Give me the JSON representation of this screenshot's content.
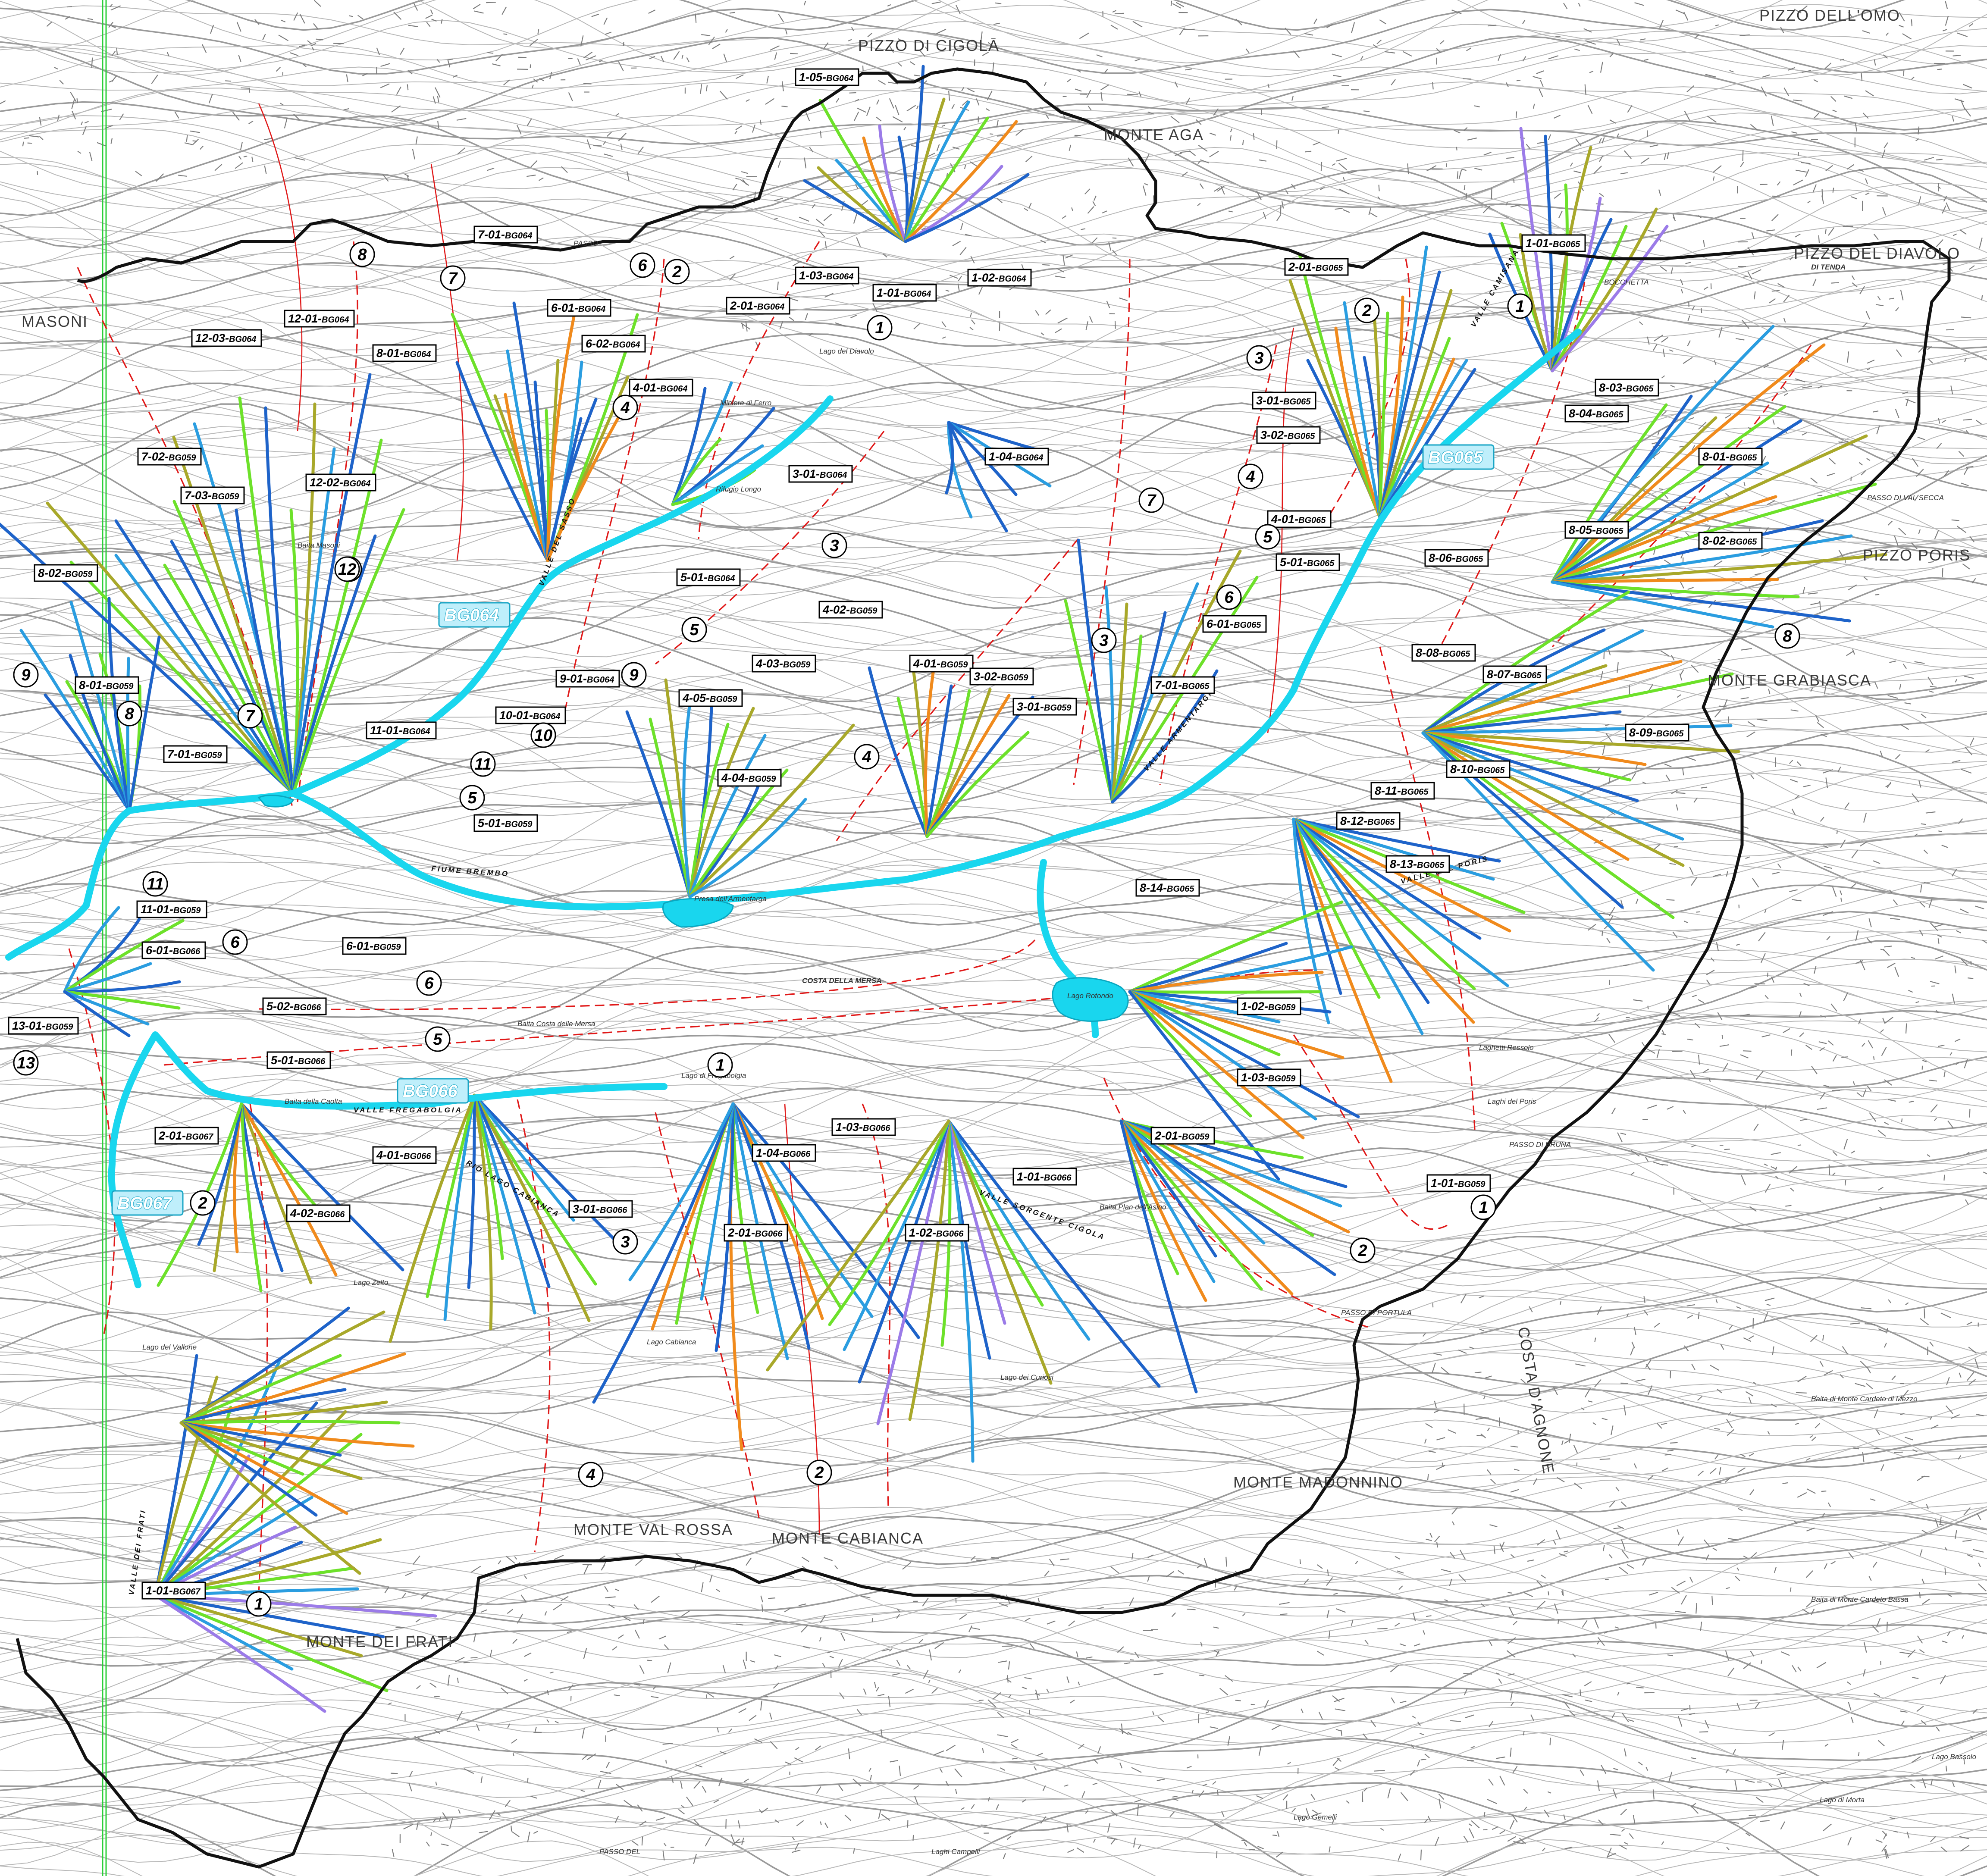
{
  "colors": {
    "main_river": "#19d6ee",
    "boundary": "#111111",
    "subbasin_divide": "#e01818",
    "order_1": "#1e63c9",
    "order_2": "#2a9de0",
    "order_3": "#6de12a",
    "order_4": "#a8a82a",
    "order_5": "#f08a1c",
    "order_6": "#9b7be8",
    "graticule": "#2ccf39"
  },
  "basins": [
    "BG064",
    "BG065",
    "BG066",
    "BG067"
  ],
  "peaks": [
    "PIZZO DI CIGOLA",
    "MONTE AGA",
    "PIZZO DEL DIAVOLO",
    "DI TENDA",
    "PIZZO DELL'OMO",
    "PIZZO PORIS",
    "MONTE GRABIASCA",
    "MONTE MADONNINO",
    "MONTE CABIANCA",
    "MONTE VAL ROSSA",
    "MONTE DEI FRATI",
    "COSTA D'AGNONE",
    "COSTA DELLA MERSA",
    "MASONI"
  ],
  "places": [
    "Lago del Diavolo",
    "Lago Rotondo",
    "Lago di Fregabolgia",
    "Lago Zelto",
    "Lago Cabianca",
    "Lago dei Curiosi",
    "Lago del Vallone",
    "Laghi Campelli",
    "Lago Gemelli",
    "Lago di Morta",
    "Lago Bassolo",
    "Rifugio Longo",
    "Miniere di Ferro",
    "Presa dell'Armentarga",
    "Baita Masoni",
    "Baita Costa delle Mersa",
    "Baita della Caolta",
    "Baita Plan dell'Asino",
    "Baita di Monte Cardeto di Mezzo",
    "Baita di Monte Cardeto Bassa",
    "Laghetti Ressolo",
    "Laghi del Poris",
    "PASSO DI PORTULA",
    "PASSO DI BRUNA",
    "PASSO DI VAL SECCA",
    "BOCCHETTA",
    "PASSO",
    "PASSO DEL"
  ],
  "valleys": [
    "FIUME BREMBO",
    "VALLE FREGABOLGIA",
    "VALLE ARMENTARGA",
    "VALLE DEL PORIS",
    "VALLE SORGENTE CIGOLA",
    "VALLE CAMISANA",
    "VALLE DEL SASSO",
    "RIO LAGO CABIANCA",
    "VALLE DEI FRATI"
  ],
  "codes": {
    "c1": {
      "num": "1-05-",
      "suf": "BG064"
    },
    "c2": {
      "num": "1-03-",
      "suf": "BG064"
    },
    "c3": {
      "num": "1-01-",
      "suf": "BG064"
    },
    "c4": {
      "num": "1-02-",
      "suf": "BG064"
    },
    "c5": {
      "num": "2-01-",
      "suf": "BG064"
    },
    "c6": {
      "num": "7-01-",
      "suf": "BG064"
    },
    "c7": {
      "num": "6-01-",
      "suf": "BG064"
    },
    "c8": {
      "num": "6-02-",
      "suf": "BG064"
    },
    "c9": {
      "num": "4-01-",
      "suf": "BG064"
    },
    "c10": {
      "num": "12-01-",
      "suf": "BG064"
    },
    "c11": {
      "num": "12-03-",
      "suf": "BG064"
    },
    "c12": {
      "num": "8-01-",
      "suf": "BG064"
    },
    "c13": {
      "num": "12-02-",
      "suf": "BG064"
    },
    "c14": {
      "num": "3-01-",
      "suf": "BG064"
    },
    "c15": {
      "num": "1-04-",
      "suf": "BG064"
    },
    "c16": {
      "num": "5-01-",
      "suf": "BG064"
    },
    "c17": {
      "num": "9-01-",
      "suf": "BG064"
    },
    "c18": {
      "num": "10-01-",
      "suf": "BG064"
    },
    "c19": {
      "num": "11-01-",
      "suf": "BG064"
    },
    "c20": {
      "num": "7-02-",
      "suf": "BG059"
    },
    "c21": {
      "num": "7-03-",
      "suf": "BG059"
    },
    "c22": {
      "num": "8-02-",
      "suf": "BG059"
    },
    "c23": {
      "num": "8-01-",
      "suf": "BG059"
    },
    "c24": {
      "num": "7-01-",
      "suf": "BG059"
    },
    "c25": {
      "num": "4-02-",
      "suf": "BG059"
    },
    "c26": {
      "num": "4-03-",
      "suf": "BG059"
    },
    "c27": {
      "num": "4-01-",
      "suf": "BG059"
    },
    "c28": {
      "num": "3-02-",
      "suf": "BG059"
    },
    "c29": {
      "num": "3-01-",
      "suf": "BG059"
    },
    "c30": {
      "num": "4-05-",
      "suf": "BG059"
    },
    "c31": {
      "num": "4-04-",
      "suf": "BG059"
    },
    "c32": {
      "num": "5-01-",
      "suf": "BG059"
    },
    "c33": {
      "num": "6-01-",
      "suf": "BG059"
    },
    "c34": {
      "num": "11-01-",
      "suf": "BG059"
    },
    "c35": {
      "num": "13-01-",
      "suf": "BG059"
    },
    "c36": {
      "num": "1-02-",
      "suf": "BG059"
    },
    "c37": {
      "num": "1-03-",
      "suf": "BG059"
    },
    "c38": {
      "num": "2-01-",
      "suf": "BG059"
    },
    "c39": {
      "num": "1-01-",
      "suf": "BG059"
    },
    "c40": {
      "num": "2-01-",
      "suf": "BG065"
    },
    "c41": {
      "num": "1-01-",
      "suf": "BG065"
    },
    "c42": {
      "num": "3-01-",
      "suf": "BG065"
    },
    "c43": {
      "num": "3-02-",
      "suf": "BG065"
    },
    "c44": {
      "num": "4-01-",
      "suf": "BG065"
    },
    "c45": {
      "num": "5-01-",
      "suf": "BG065"
    },
    "c46": {
      "num": "6-01-",
      "suf": "BG065"
    },
    "c47": {
      "num": "7-01-",
      "suf": "BG065"
    },
    "c48": {
      "num": "8-04-",
      "suf": "BG065"
    },
    "c49": {
      "num": "8-03-",
      "suf": "BG065"
    },
    "c50": {
      "num": "8-01-",
      "suf": "BG065"
    },
    "c51": {
      "num": "8-05-",
      "suf": "BG065"
    },
    "c52": {
      "num": "8-02-",
      "suf": "BG065"
    },
    "c53": {
      "num": "8-06-",
      "suf": "BG065"
    },
    "c54": {
      "num": "8-08-",
      "suf": "BG065"
    },
    "c55": {
      "num": "8-07-",
      "suf": "BG065"
    },
    "c56": {
      "num": "8-09-",
      "suf": "BG065"
    },
    "c57": {
      "num": "8-10-",
      "suf": "BG065"
    },
    "c58": {
      "num": "8-11-",
      "suf": "BG065"
    },
    "c59": {
      "num": "8-12-",
      "suf": "BG065"
    },
    "c60": {
      "num": "8-13-",
      "suf": "BG065"
    },
    "c61": {
      "num": "8-14-",
      "suf": "BG065"
    },
    "c62": {
      "num": "6-01-",
      "suf": "BG066"
    },
    "c63": {
      "num": "5-02-",
      "suf": "BG066"
    },
    "c64": {
      "num": "5-01-",
      "suf": "BG066"
    },
    "c65": {
      "num": "4-01-",
      "suf": "BG066"
    },
    "c66": {
      "num": "4-02-",
      "suf": "BG066"
    },
    "c67": {
      "num": "3-01-",
      "suf": "BG066"
    },
    "c68": {
      "num": "1-03-",
      "suf": "BG066"
    },
    "c69": {
      "num": "1-04-",
      "suf": "BG066"
    },
    "c70": {
      "num": "2-01-",
      "suf": "BG066"
    },
    "c71": {
      "num": "1-01-",
      "suf": "BG066"
    },
    "c72": {
      "num": "1-02-",
      "suf": "BG066"
    },
    "c73": {
      "num": "2-01-",
      "suf": "BG067"
    },
    "c74": {
      "num": "1-01-",
      "suf": "BG067"
    }
  },
  "subbasins": [
    "1",
    "2",
    "3",
    "4",
    "5",
    "6",
    "7",
    "8",
    "9",
    "10",
    "11",
    "12",
    "13"
  ]
}
